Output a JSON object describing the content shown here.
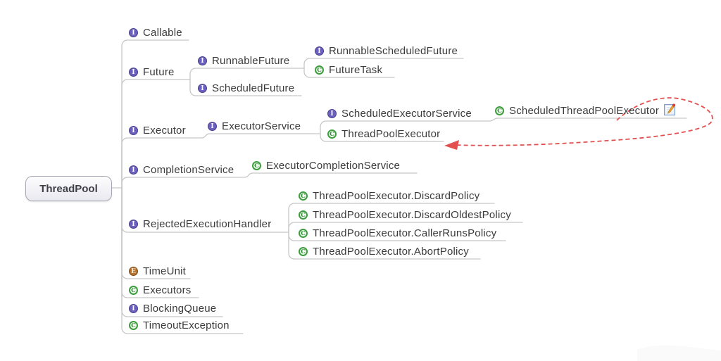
{
  "diagram": {
    "title": "ThreadPool mind map",
    "root": {
      "label": "ThreadPool"
    },
    "icon_legend": {
      "I": "interface",
      "C": "class",
      "E": "enum"
    },
    "colors": {
      "interface_icon": "#6b5fc0",
      "class_icon": "#3c9e3c",
      "enum_icon": "#b5722f",
      "connector_line": "#c6c6c6",
      "relation_arrow": "#e25050",
      "label_text": "#3b3b3b"
    },
    "nodes": {
      "callable": {
        "label": "Callable",
        "icon": "I"
      },
      "future": {
        "label": "Future",
        "icon": "I"
      },
      "runnableFuture": {
        "label": "RunnableFuture",
        "icon": "I"
      },
      "runnableScheduledFuture": {
        "label": "RunnableScheduledFuture",
        "icon": "I"
      },
      "futureTask": {
        "label": "FutureTask",
        "icon": "C"
      },
      "scheduledFuture": {
        "label": "ScheduledFuture",
        "icon": "I"
      },
      "executor": {
        "label": "Executor",
        "icon": "I"
      },
      "executorService": {
        "label": "ExecutorService",
        "icon": "I"
      },
      "scheduledExecutorService": {
        "label": "ScheduledExecutorService",
        "icon": "I"
      },
      "scheduledThreadPoolExecutor": {
        "label": "ScheduledThreadPoolExecutor",
        "icon": "C",
        "has_note": true
      },
      "threadPoolExecutor": {
        "label": "ThreadPoolExecutor",
        "icon": "C"
      },
      "completionService": {
        "label": "CompletionService",
        "icon": "I"
      },
      "executorCompletionService": {
        "label": "ExecutorCompletionService",
        "icon": "C"
      },
      "rejectedExecutionHandler": {
        "label": "RejectedExecutionHandler",
        "icon": "I"
      },
      "discardPolicy": {
        "label": "ThreadPoolExecutor.DiscardPolicy",
        "icon": "C"
      },
      "discardOldestPolicy": {
        "label": "ThreadPoolExecutor.DiscardOldestPolicy",
        "icon": "C"
      },
      "callerRunsPolicy": {
        "label": "ThreadPoolExecutor.CallerRunsPolicy",
        "icon": "C"
      },
      "abortPolicy": {
        "label": "ThreadPoolExecutor.AbortPolicy",
        "icon": "C"
      },
      "timeUnit": {
        "label": "TimeUnit",
        "icon": "E"
      },
      "executors": {
        "label": "Executors",
        "icon": "C"
      },
      "blockingQueue": {
        "label": "BlockingQueue",
        "icon": "I"
      },
      "timeoutException": {
        "label": "TimeoutException",
        "icon": "C"
      }
    },
    "hierarchy": {
      "ThreadPool": [
        "Callable",
        "Future",
        "Executor",
        "CompletionService",
        "RejectedExecutionHandler",
        "TimeUnit",
        "Executors",
        "BlockingQueue",
        "TimeoutException"
      ],
      "Future": [
        "RunnableFuture",
        "ScheduledFuture"
      ],
      "RunnableFuture": [
        "RunnableScheduledFuture",
        "FutureTask"
      ],
      "Executor": [
        "ExecutorService"
      ],
      "ExecutorService": [
        "ScheduledExecutorService",
        "ThreadPoolExecutor"
      ],
      "ScheduledExecutorService": [
        "ScheduledThreadPoolExecutor"
      ],
      "CompletionService": [
        "ExecutorCompletionService"
      ],
      "RejectedExecutionHandler": [
        "ThreadPoolExecutor.DiscardPolicy",
        "ThreadPoolExecutor.DiscardOldestPolicy",
        "ThreadPoolExecutor.CallerRunsPolicy",
        "ThreadPoolExecutor.AbortPolicy"
      ]
    },
    "relation": {
      "from": "ScheduledThreadPoolExecutor",
      "to": "ThreadPoolExecutor",
      "style": "red-dashed-arrow"
    }
  }
}
